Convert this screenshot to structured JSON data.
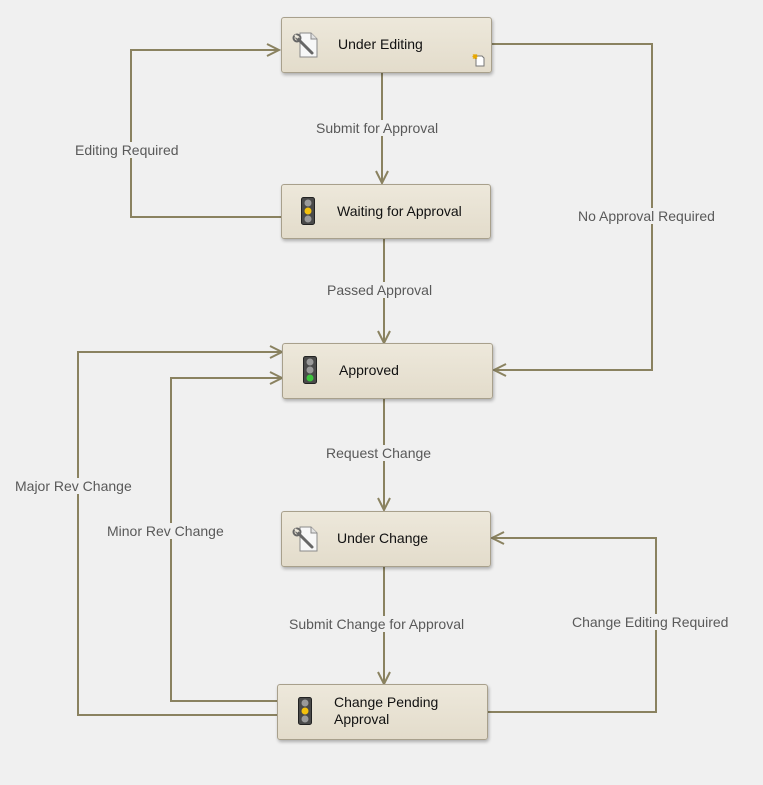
{
  "colors": {
    "background": "#f0f0f0",
    "connector": "#8a8260",
    "state_fill": "#e8e2d3",
    "state_border": "#a8a08c",
    "label_text": "#595959"
  },
  "states": {
    "under_editing": {
      "label": "Under Editing",
      "icon": "wrench-document-icon",
      "badge": "new-document-icon"
    },
    "waiting_for_approval": {
      "label": "Waiting for Approval",
      "icon": "traffic-light-yellow-icon"
    },
    "approved": {
      "label": "Approved",
      "icon": "traffic-light-green-icon"
    },
    "under_change": {
      "label": "Under Change",
      "icon": "wrench-document-icon"
    },
    "change_pending_approval": {
      "label_line1": "Change Pending",
      "label_line2": "Approval",
      "icon": "traffic-light-yellow-icon"
    }
  },
  "transitions": {
    "submit_for_approval": "Submit for Approval",
    "editing_required": "Editing Required",
    "no_approval_required": "No Approval Required",
    "passed_approval": "Passed Approval",
    "request_change": "Request Change",
    "major_rev_change": "Major Rev Change",
    "minor_rev_change": "Minor Rev Change",
    "submit_change_for_approval": "Submit Change for Approval",
    "change_editing_required": "Change Editing Required"
  }
}
